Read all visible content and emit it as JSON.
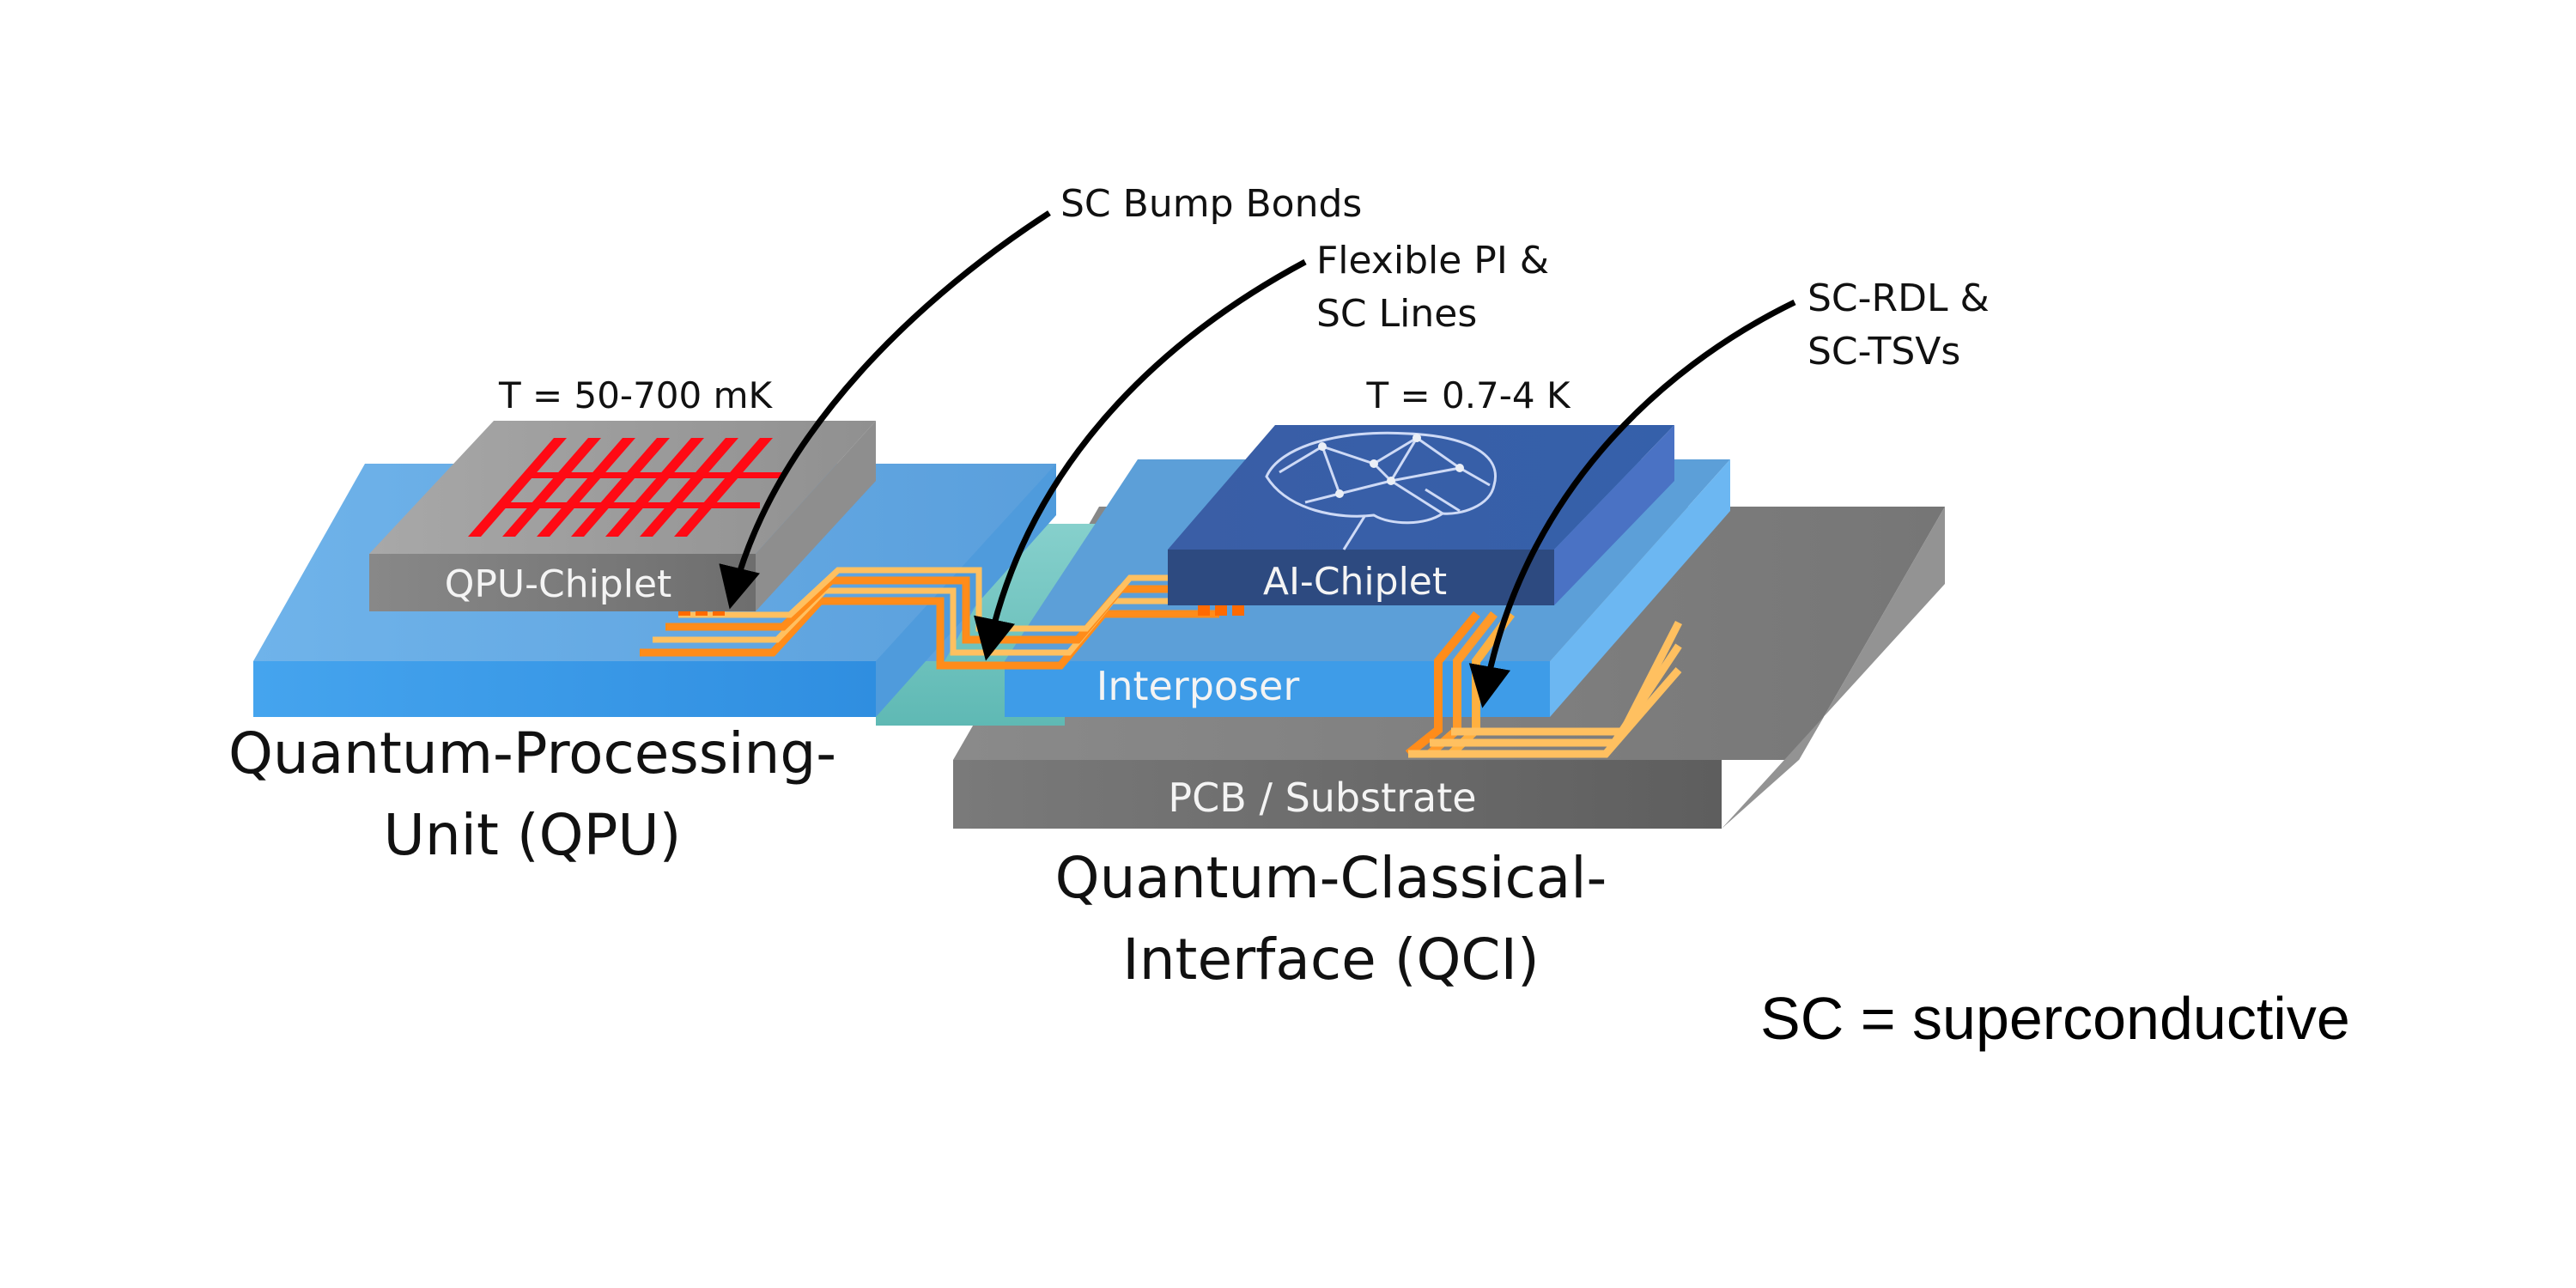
{
  "callouts": {
    "bump_bonds": "SC Bump Bonds",
    "flex_line1": "Flexible PI &",
    "flex_line2": "SC Lines",
    "rdl_line1": "SC-RDL &",
    "rdl_line2": "SC-TSVs"
  },
  "temperatures": {
    "qpu": "T = 50-700 mK",
    "ai": "T = 0.7-4 K"
  },
  "components": {
    "qpu_chiplet": "QPU-Chiplet",
    "ai_chiplet": "AI-Chiplet",
    "interposer": "Interposer",
    "pcb": "PCB / Substrate"
  },
  "module_labels": {
    "qpu_line1": "Quantum-Processing-",
    "qpu_line2": "Unit (QPU)",
    "qci_line1": "Quantum-Classical-",
    "qci_line2": "Interface (QCI)"
  },
  "legend": "SC = superconductive",
  "colors": {
    "qpu_board": "#3b9ae8",
    "qpu_chiplet": "#8a8a8a",
    "ai_chiplet": "#3b5fa8",
    "interposer": "#3d9be8",
    "pcb": "#7b7b7b",
    "flex_gap": "#7cc9c6",
    "trace": "#ff8c1a",
    "qubit_pattern": "#ff0a14"
  }
}
